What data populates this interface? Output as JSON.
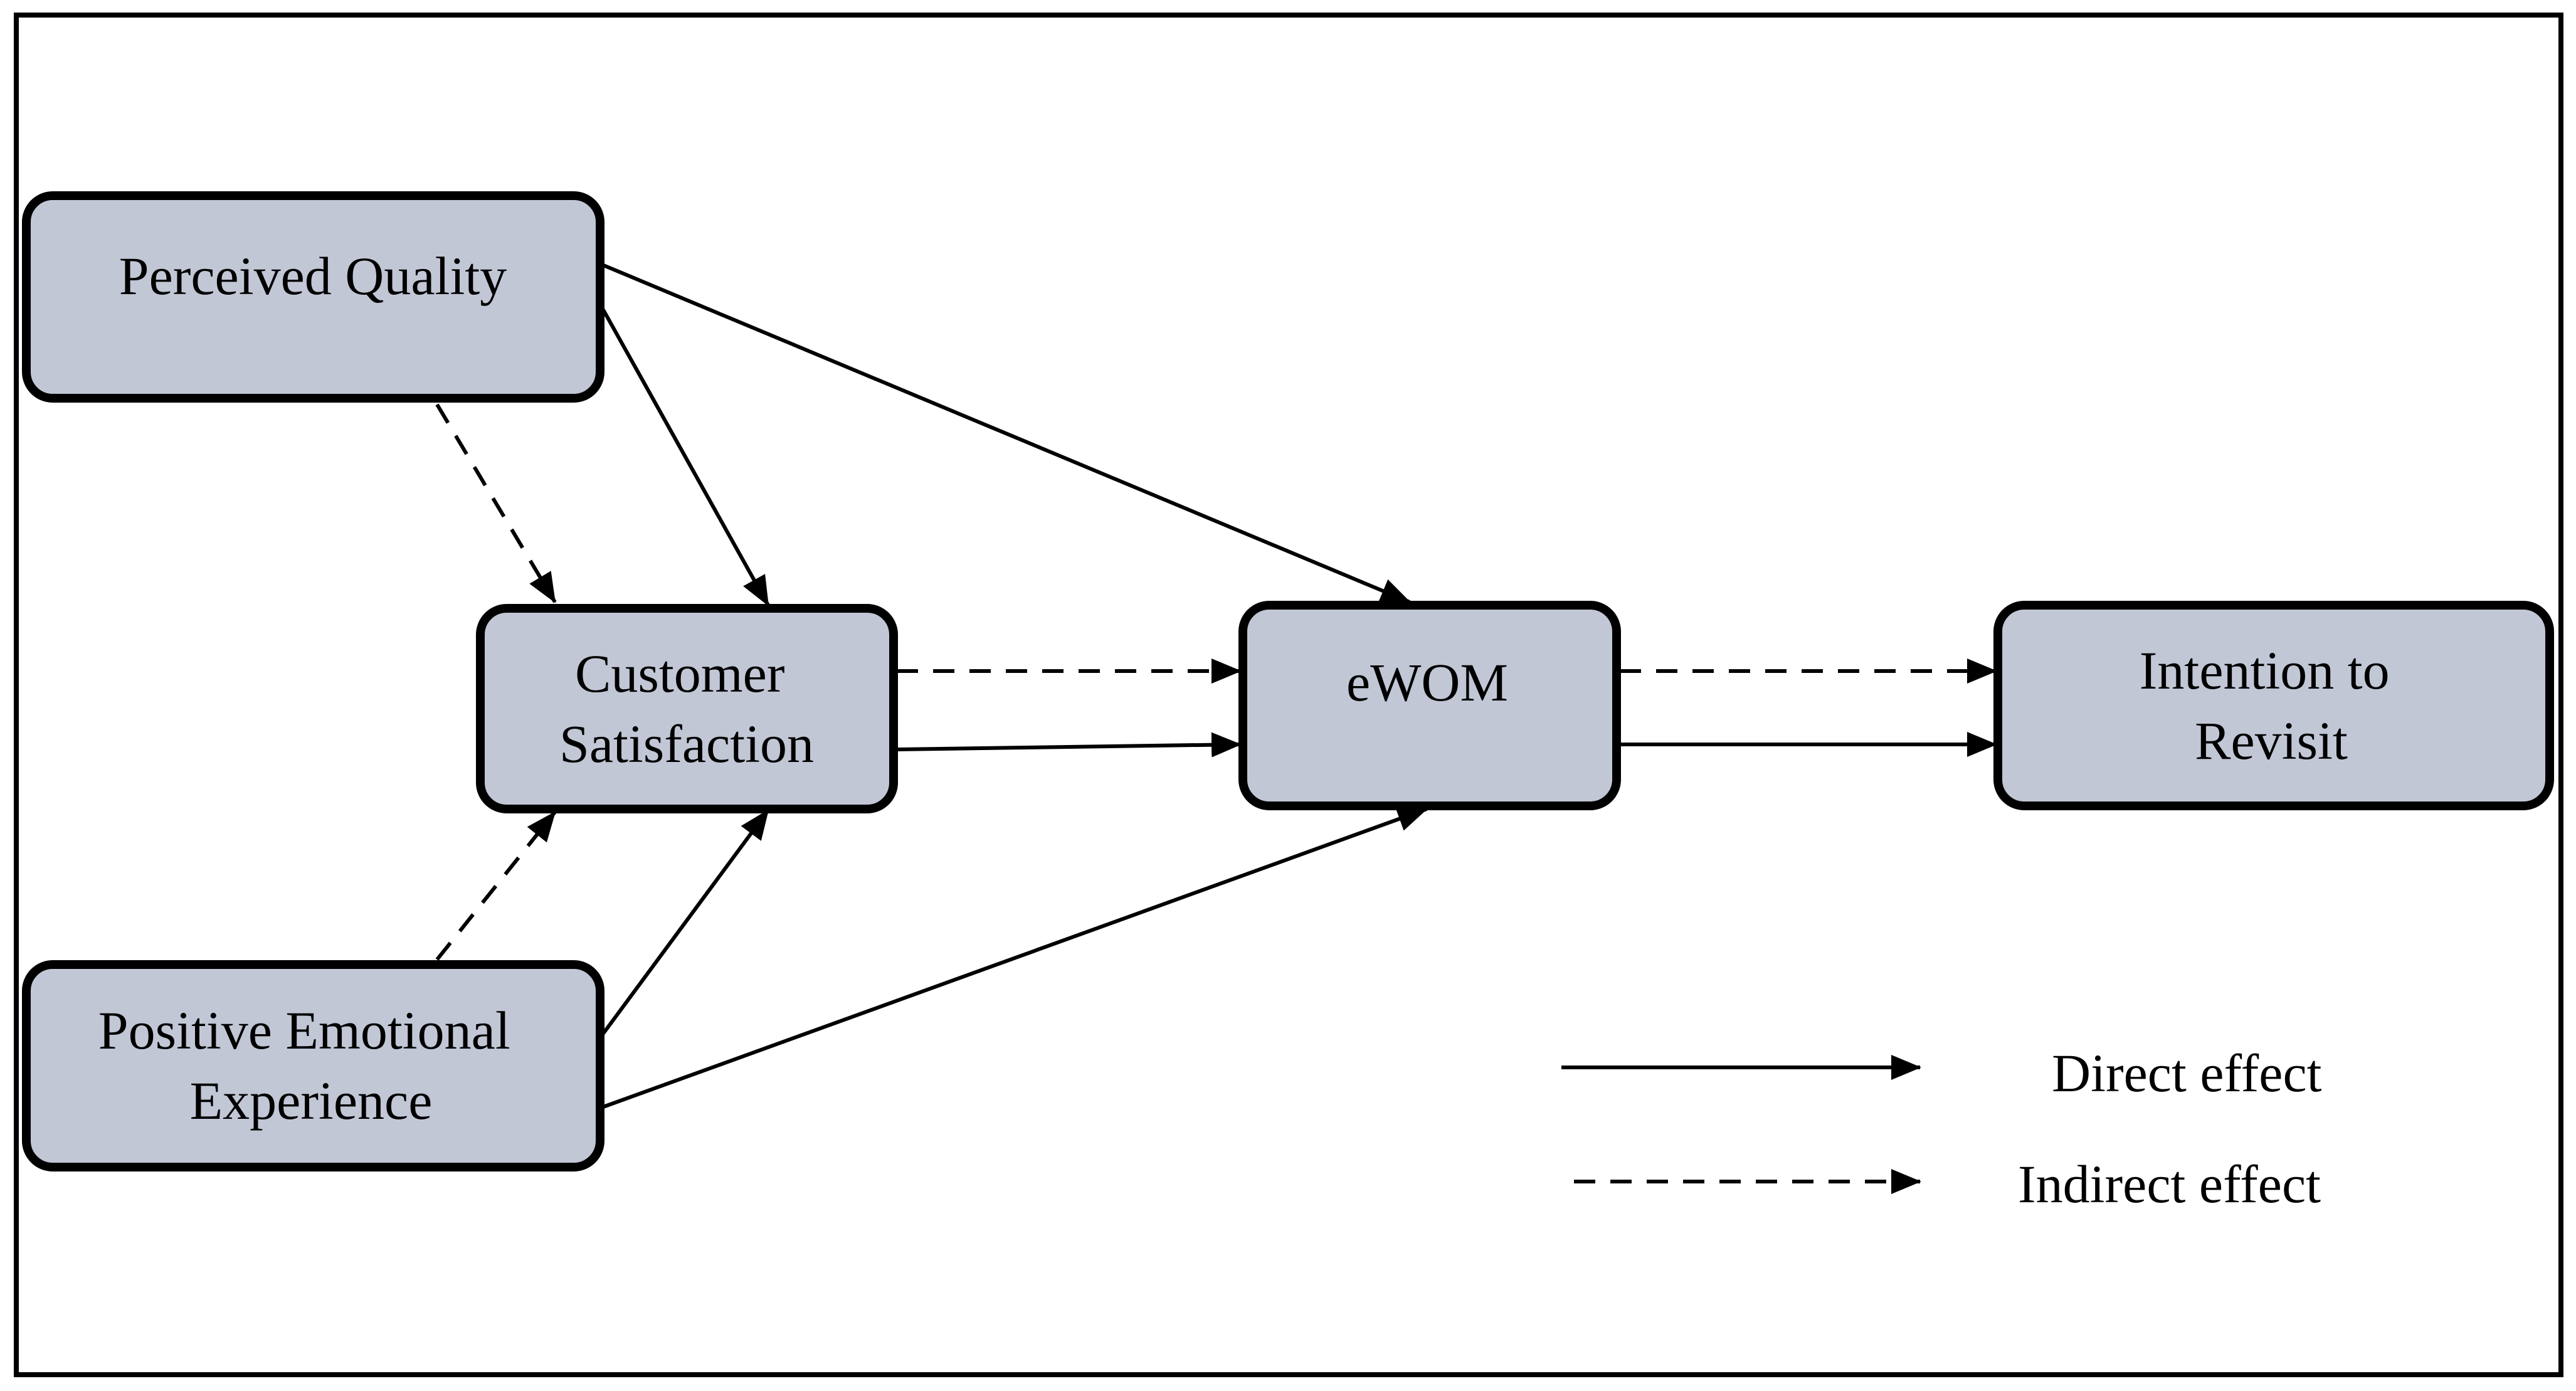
{
  "nodes": {
    "perceived_quality": {
      "lines": [
        "Perceived Quality"
      ]
    },
    "customer_satisfaction": {
      "lines": [
        "Customer",
        "Satisfaction"
      ]
    },
    "positive_emotional_experience": {
      "lines": [
        "Positive Emotional",
        "Experience"
      ]
    },
    "ewom": {
      "lines": [
        "eWOM"
      ]
    },
    "intention_to_revisit": {
      "lines": [
        "Intention to",
        "Revisit"
      ]
    }
  },
  "legend": {
    "direct": "Direct effect",
    "indirect": "Indirect effect"
  },
  "colors": {
    "node_fill": "#c2c7d6",
    "stroke": "#000000"
  }
}
